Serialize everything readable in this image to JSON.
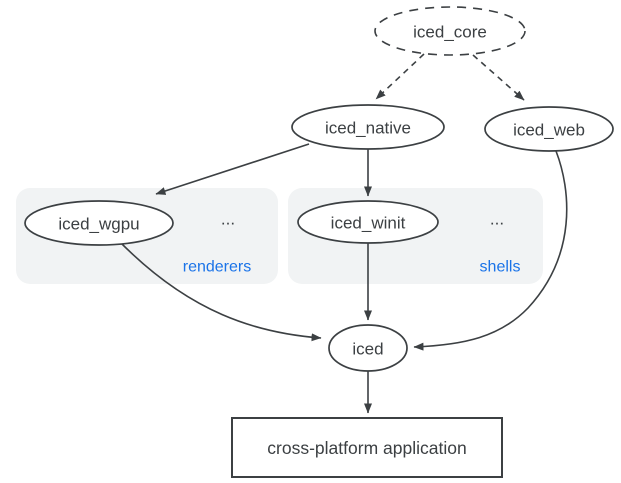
{
  "colors": {
    "background": "#ffffff",
    "node_fill": "#ffffff",
    "stroke": "#3c4043",
    "text": "#3c4043",
    "group_fill": "#f1f3f4",
    "group_label_blue": "#1a73e8"
  },
  "nodes": {
    "iced_core": {
      "label": "iced_core"
    },
    "iced_native": {
      "label": "iced_native"
    },
    "iced_web": {
      "label": "iced_web"
    },
    "iced_wgpu": {
      "label": "iced_wgpu"
    },
    "iced_winit": {
      "label": "iced_winit"
    },
    "iced": {
      "label": "iced"
    },
    "application": {
      "label": "cross-platform application"
    }
  },
  "groups": {
    "renderers": {
      "label": "renderers",
      "ellipsis": "..."
    },
    "shells": {
      "label": "shells",
      "ellipsis": "..."
    }
  }
}
